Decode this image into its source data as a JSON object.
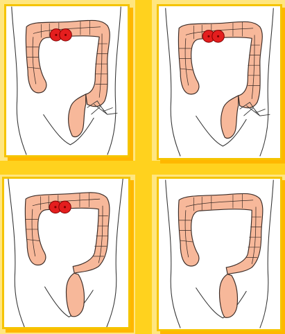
{
  "colors": {
    "background": "#ffe680",
    "frame": "#f5c400",
    "frame_shadow": "#ffb700",
    "colon_fill": "#f7b89a",
    "tumor_fill": "#e41e1e"
  },
  "panels": [
    {
      "id": "panel-top-left",
      "shows_tumor": true,
      "shows_stoma_vessels": true
    },
    {
      "id": "panel-top-right",
      "shows_tumor": true,
      "shows_stoma_vessels": true
    },
    {
      "id": "panel-bottom-left",
      "shows_tumor": true,
      "shows_stoma_vessels": false
    },
    {
      "id": "panel-bottom-right",
      "shows_tumor": false,
      "shows_stoma_vessels": false
    }
  ]
}
